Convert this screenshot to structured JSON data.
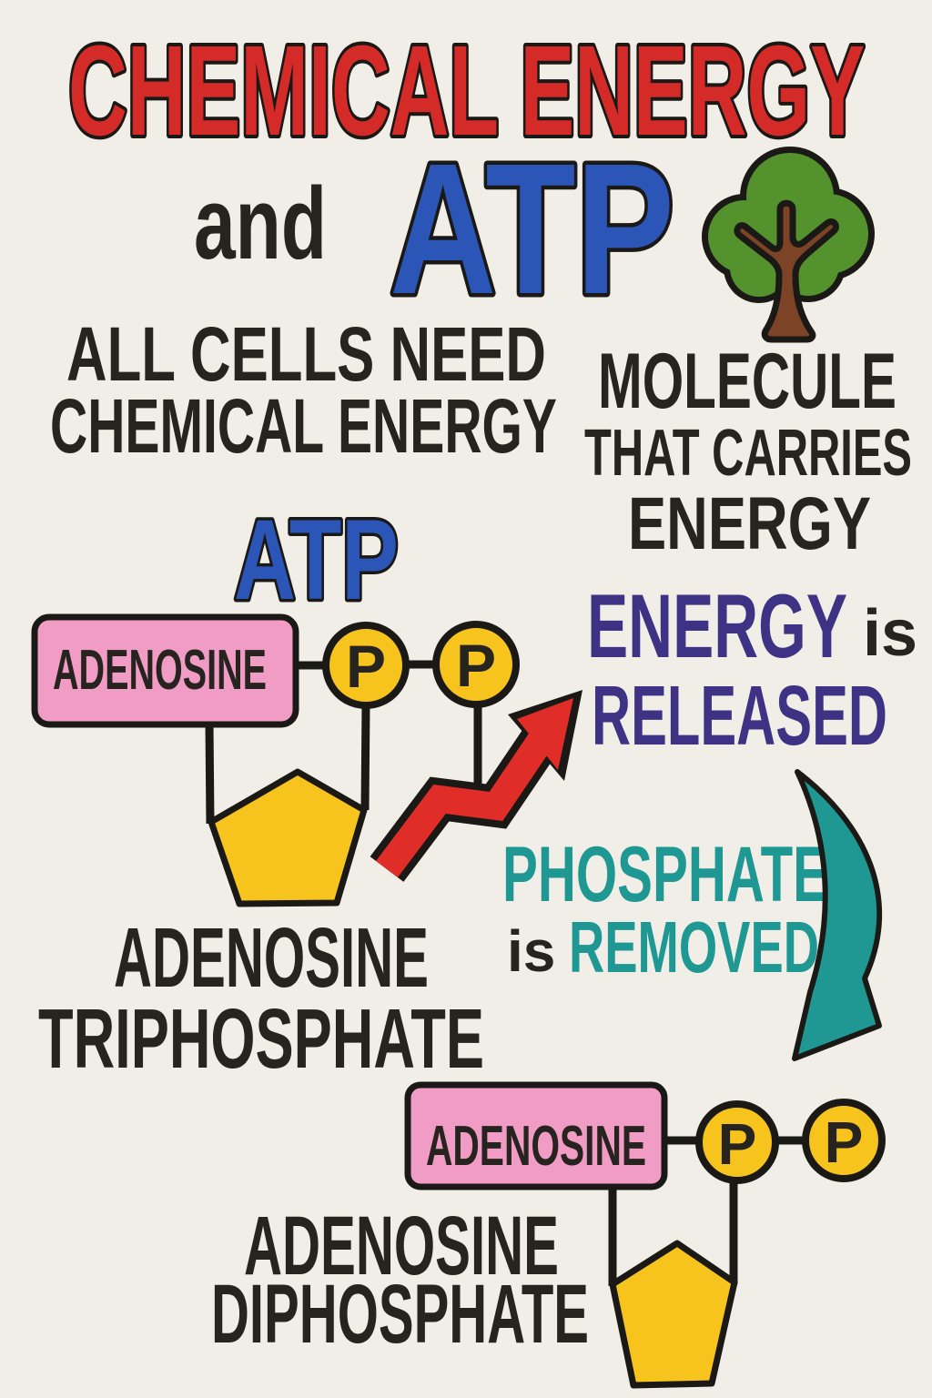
{
  "poster": {
    "title": "CHEMICAL ENERGY",
    "connector_word": "and",
    "atp_wordmark": "ATP",
    "facts": {
      "left": [
        "ALL CELLS NEED",
        "CHEMICAL ENERGY"
      ],
      "right": [
        "MOLECULE",
        "THAT CARRIES",
        "ENERGY"
      ]
    },
    "atp_diagram": {
      "heading": "ATP",
      "unit_label": "ADENOSINE",
      "phosphate_symbol": "P",
      "caption": [
        "ADENOSINE",
        "TRIPHOSPHATE"
      ]
    },
    "energy_released": {
      "word1": "ENERGY",
      "word2": "is",
      "word3": "RELEASED"
    },
    "phosphate_removed": {
      "word1": "PHOSPHATE",
      "word2": "is",
      "word3": "REMOVED"
    },
    "adp_diagram": {
      "unit_label": "ADENOSINE",
      "phosphate_symbol": "P",
      "caption": [
        "ADENOSINE",
        "DIPHOSPHATE"
      ]
    },
    "icons": [
      "tree-icon",
      "growth-arrow-icon",
      "curved-removal-arrow-icon"
    ],
    "colors": {
      "background": "#f1eee7",
      "title_red": "#d42a28",
      "atp_blue": "#2b55b6",
      "ink": "#272420",
      "outline": "#1b1916",
      "adenosine_pink": "#f09cc5",
      "phosphate_yellow": "#f7c41d",
      "energy_purple": "#3e3284",
      "phosphate_teal": "#1f9793",
      "arrow_red": "#e12d28",
      "tree_green": "#53922d",
      "trunk_brown": "#7c4326"
    }
  }
}
